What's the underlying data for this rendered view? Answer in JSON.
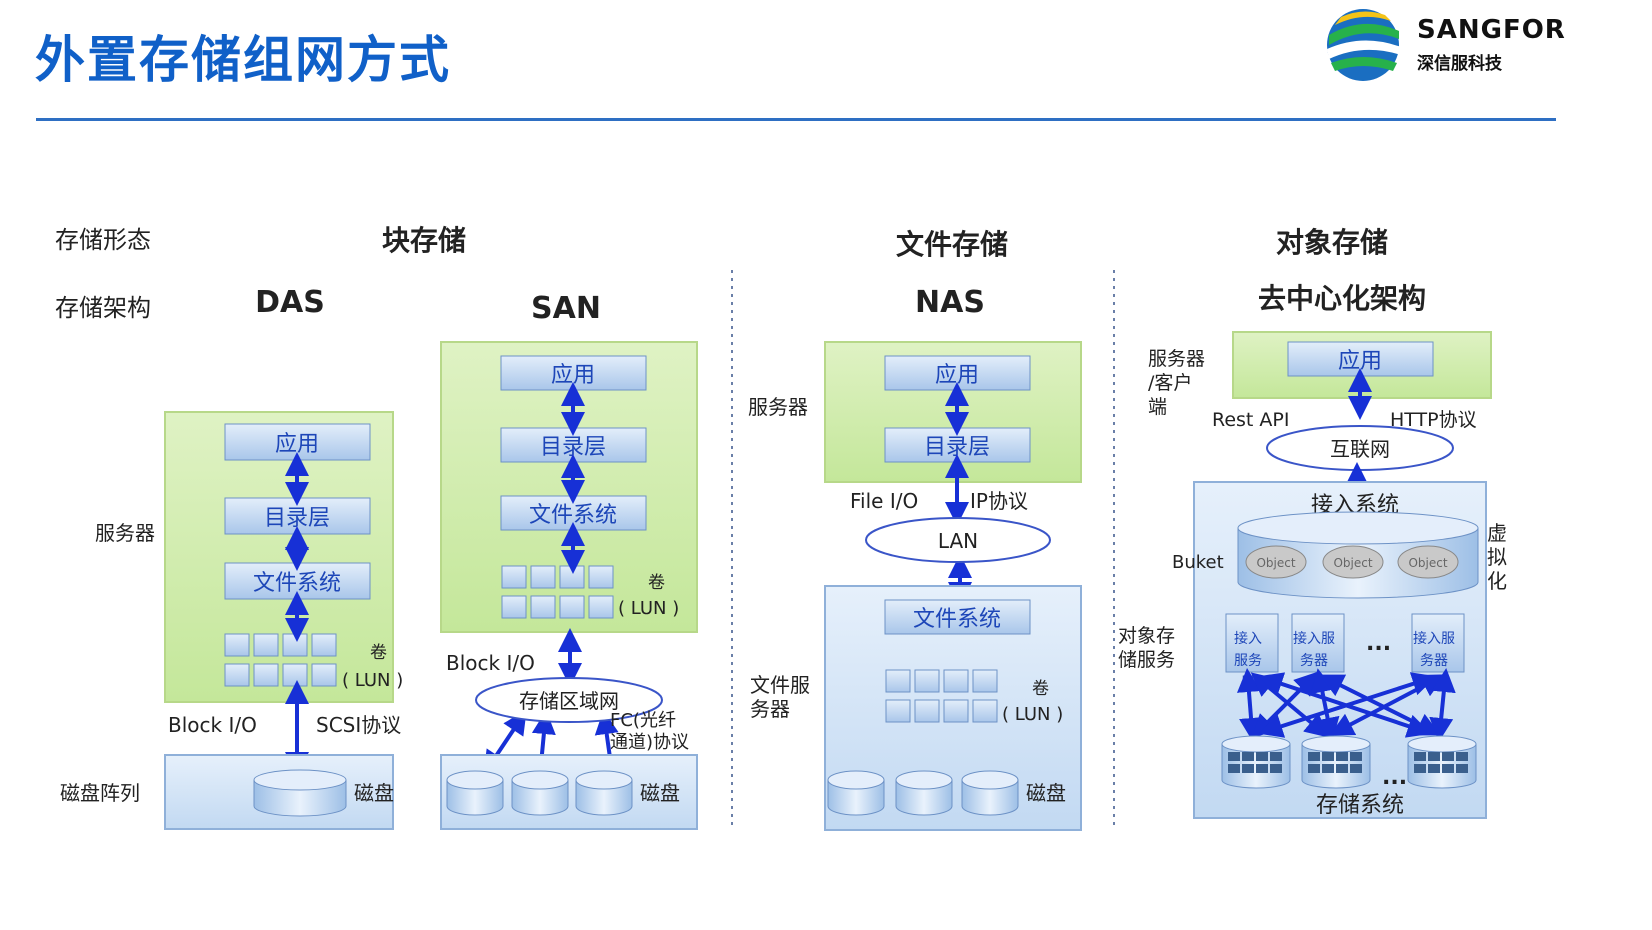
{
  "title": "外置存储组网方式",
  "logo": {
    "name": "SANGFOR",
    "sub": "深信服科技",
    "icon": "sangfor-globe-logo"
  },
  "rows": {
    "form_label": "存储形态",
    "arch_label": "存储架构"
  },
  "categories": {
    "block": "块存储",
    "file": "文件存储",
    "object": "对象存储"
  },
  "das": {
    "name": "DAS",
    "server_label": "服务器",
    "array_label": "磁盘阵列",
    "app": "应用",
    "dir": "目录层",
    "fs": "文件系统",
    "vol": "卷",
    "lun": "( LUN )",
    "io": "Block  I/O",
    "proto": "SCSI协议",
    "disk": "磁盘"
  },
  "san": {
    "name": "SAN",
    "app": "应用",
    "dir": "目录层",
    "fs": "文件系统",
    "vol": "卷",
    "lun": "( LUN )",
    "io": "Block  I/O",
    "network": "存储区域网",
    "proto": "FC(光纤通道)协议",
    "disk": "磁盘"
  },
  "nas": {
    "name": "NAS",
    "server_label": "服务器",
    "app": "应用",
    "dir": "目录层",
    "io": "File  I/O",
    "proto": "IP协议",
    "lan": "LAN",
    "fileserver_label": "文件服务器",
    "fs": "文件系统",
    "vol": "卷",
    "lun": "( LUN )",
    "disk": "磁盘"
  },
  "obj": {
    "name": "去中心化架构",
    "client_label": "服务器/客户端",
    "app": "应用",
    "api": "Rest API",
    "proto": "HTTP协议",
    "internet": "互联网",
    "access": "接入系统",
    "bucket": "Buket",
    "object": "Object",
    "virtual": "虚拟化",
    "service_label": "对象存储服务",
    "access_server": "接入服务器",
    "ellipsis": "...",
    "storage": "存储系统"
  }
}
